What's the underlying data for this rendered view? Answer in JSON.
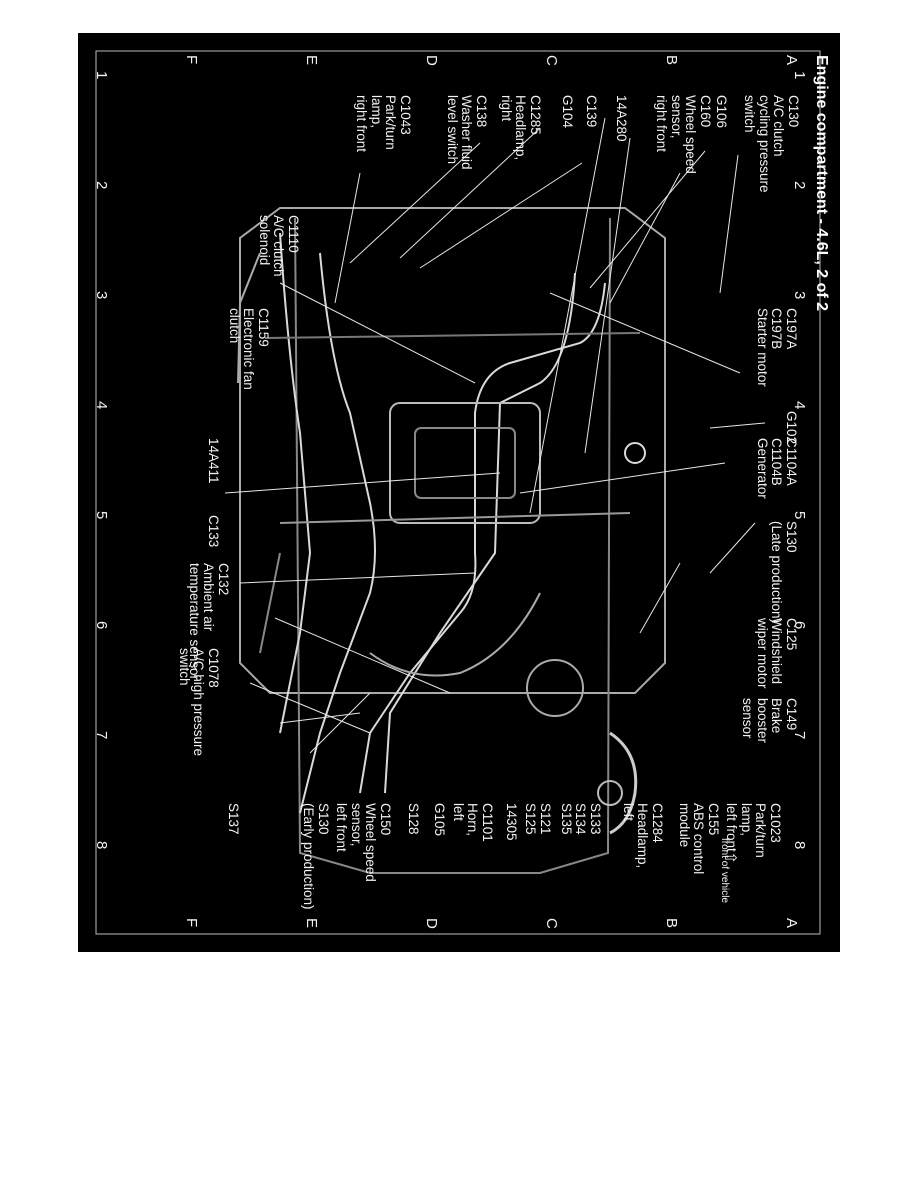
{
  "title": "Engine compartment - 4.6L, 2 of 2",
  "grid": {
    "columns": [
      "1",
      "2",
      "3",
      "4",
      "5",
      "6",
      "7",
      "8"
    ],
    "rows": [
      "A",
      "B",
      "C",
      "D",
      "E",
      "F"
    ]
  },
  "front_note": "front of vehicle",
  "labels": [
    {
      "id": "c130",
      "text": "C130\nA/C clutch\ncycling pressure\nswitch"
    },
    {
      "id": "g106",
      "text": "G106"
    },
    {
      "id": "c160",
      "text": "C160\nWheel speed\nsensor,\nright front"
    },
    {
      "id": "14a280",
      "text": "14A280"
    },
    {
      "id": "c139",
      "text": "C139"
    },
    {
      "id": "g104",
      "text": "G104"
    },
    {
      "id": "c1285",
      "text": "C1285\nHeadlamp,\nright"
    },
    {
      "id": "c138",
      "text": "C138\nWasher fluid\nlevel switch"
    },
    {
      "id": "c1043",
      "text": "C1043\nPark/turn\nlamp,\nright front"
    },
    {
      "id": "c1110",
      "text": "C1110\nA/C clutch\nsolenoid"
    },
    {
      "id": "c197",
      "text": "C197A\nC197B\nStarter motor"
    },
    {
      "id": "c1159",
      "text": "C1159\nElectronic fan\nclutch"
    },
    {
      "id": "g102",
      "text": "G102"
    },
    {
      "id": "c1104",
      "text": "C1104A\nC1104B\nGenerator"
    },
    {
      "id": "14a411",
      "text": "14A411"
    },
    {
      "id": "s130late",
      "text": "S130\n(Late production)"
    },
    {
      "id": "c133",
      "text": "C133"
    },
    {
      "id": "c132",
      "text": "C132\nAmbient air\ntemperature sensor"
    },
    {
      "id": "c125",
      "text": "C125\nWindshield\nwiper motor"
    },
    {
      "id": "c149",
      "text": "C149\nBrake\nbooster\nsensor"
    },
    {
      "id": "c1078",
      "text": "C1078\nA/C high pressure\nswitch"
    },
    {
      "id": "c1023",
      "text": "C1023\nPark/turn\nlamp,\nleft front"
    },
    {
      "id": "c155",
      "text": "C155\nABS control\nmodule"
    },
    {
      "id": "c1284",
      "text": "C1284\nHeadlamp,\nleft"
    },
    {
      "id": "s133",
      "text": "S133\nS134\nS135"
    },
    {
      "id": "s121",
      "text": "S121\nS125"
    },
    {
      "id": "14305",
      "text": "14305"
    },
    {
      "id": "c1101",
      "text": "C1101\nHorn,\nleft"
    },
    {
      "id": "g105",
      "text": "G105"
    },
    {
      "id": "s128",
      "text": "S128"
    },
    {
      "id": "c150",
      "text": "C150\nWheel speed\nsensor,\nleft front"
    },
    {
      "id": "s130early",
      "text": "S130\n(Early production)"
    },
    {
      "id": "s137",
      "text": "S137"
    }
  ]
}
